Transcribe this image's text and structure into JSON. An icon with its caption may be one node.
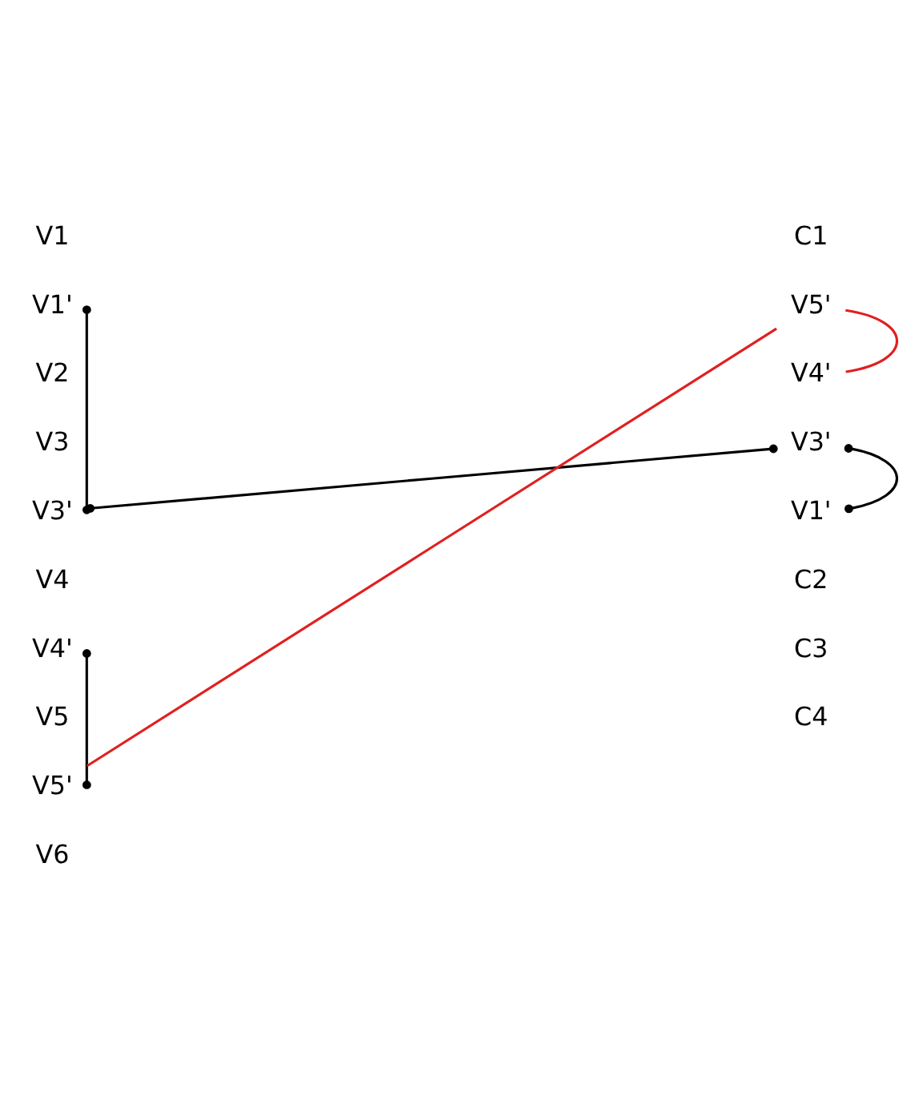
{
  "diagram": {
    "nodes": [
      {
        "text": [
          "V1'"
        ]
      },
      {
        "text": [
          "V3'"
        ]
      },
      {
        "text": [
          "V4'"
        ]
      },
      {
        "text": [
          "V5'"
        ]
      },
      {
        "text": [
          "V5'"
        ]
      },
      {
        "text": [
          "V4'"
        ]
      },
      {
        "text": [
          "V3'"
        ]
      },
      {
        "text": [
          "V1'"
        ]
      }
    ],
    "edges": [
      {
        "from": 0,
        "to": 1,
        "arrow": "other"
      },
      {
        "from": 1,
        "to": 6,
        "arrow": "other"
      },
      {
        "from": 6,
        "to": 7,
        "arrow": "other"
      },
      {
        "from": 2,
        "to": 3,
        "arrow": "other"
      },
      {
        "from": 3,
        "to": 4,
        "arrow": "none",
        "color": "#e02020"
      },
      {
        "from": 4,
        "to": 5,
        "arrow": "none",
        "color": "#e02020"
      }
    ],
    "labels": [
      "V1",
      "V2",
      "V3",
      "V4",
      "V5",
      "V6",
      "C1",
      "C2",
      "C3",
      "C4"
    ]
  }
}
